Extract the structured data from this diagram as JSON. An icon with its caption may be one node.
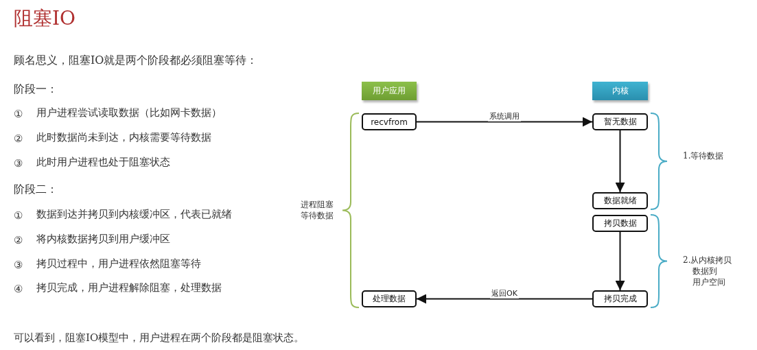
{
  "diagram": {
    "title": "阻塞IO",
    "nodes": [
      {
        "text": [
          "用户应用"
        ]
      },
      {
        "text": [
          "内核"
        ]
      },
      {
        "text": [
          "recvfrom"
        ]
      },
      {
        "text": [
          "暂无数据"
        ]
      },
      {
        "text": [
          "数据就绪"
        ]
      },
      {
        "text": [
          "拷贝数据"
        ]
      },
      {
        "text": [
          "拷贝完成"
        ]
      },
      {
        "text": [
          "处理数据"
        ]
      }
    ],
    "edges": [
      {
        "from": 2,
        "to": 3,
        "arrow": "to",
        "label": "系统调用"
      },
      {
        "from": 3,
        "to": 4,
        "arrow": "to"
      },
      {
        "from": 5,
        "to": 6,
        "arrow": "to"
      },
      {
        "from": 6,
        "to": 7,
        "arrow": "to",
        "label": "返回OK"
      }
    ],
    "labels": [
      "顾名思义，阻塞IO就是两个阶段都必须阻塞等待：",
      "阶段一：",
      "①",
      "用户进程尝试读取数据（比如网卡数据）",
      "②",
      "此时数据尚未到达，内核需要等待数据",
      "③",
      "此时用户进程也处于阻塞状态",
      "阶段二：",
      "①",
      "数据到达并拷贝到内核缓冲区，代表已就绪",
      "②",
      "将内核数据拷贝到用户缓冲区",
      "③",
      "拷贝过程中，用户进程依然阻塞等待",
      "④",
      "拷贝完成，用户进程解除阻塞，处理数据",
      "进程阻塞等待数据",
      "1.等待数据",
      "2.从内核拷贝数据到用户空间",
      "可以看到，阻塞IO模型中，用户进程在两个阶段都是阻塞状态。"
    ]
  }
}
